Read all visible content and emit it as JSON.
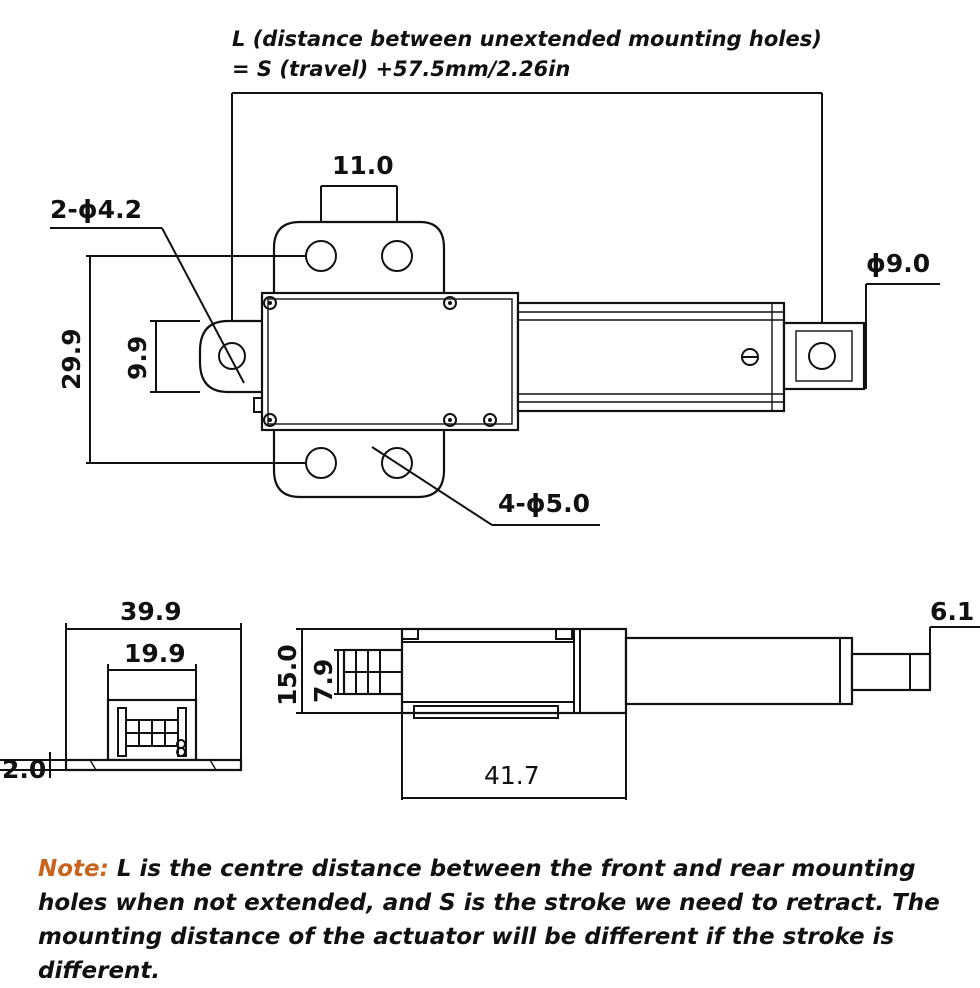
{
  "header": {
    "line1": "L (distance between unextended mounting holes)",
    "line2": "= S (travel) +57.5mm/2.26in"
  },
  "top_view": {
    "dim_hole_spacing": "11.0",
    "dim_rear_hole": "2-ϕ4.2",
    "dim_rod_end_hole": "ϕ9.0",
    "dim_total_height": "29.9",
    "dim_rear_tab": "9.9",
    "dim_bracket_holes": "4-ϕ5.0"
  },
  "end_view": {
    "dim_width": "39.9",
    "dim_inner_width": "19.9",
    "dim_plate": "2.0"
  },
  "side_view": {
    "dim_height": "15.0",
    "dim_rear": "7.9",
    "dim_rod": "6.1",
    "dim_bracket_length": "41.7"
  },
  "note": {
    "label": "Note:",
    "text": " L is the centre distance between the front and rear mounting holes when not extended, and S is the stroke we need to retract. The mounting distance of the actuator will be different if the stroke is different.",
    "label_color": "#c8641e"
  }
}
